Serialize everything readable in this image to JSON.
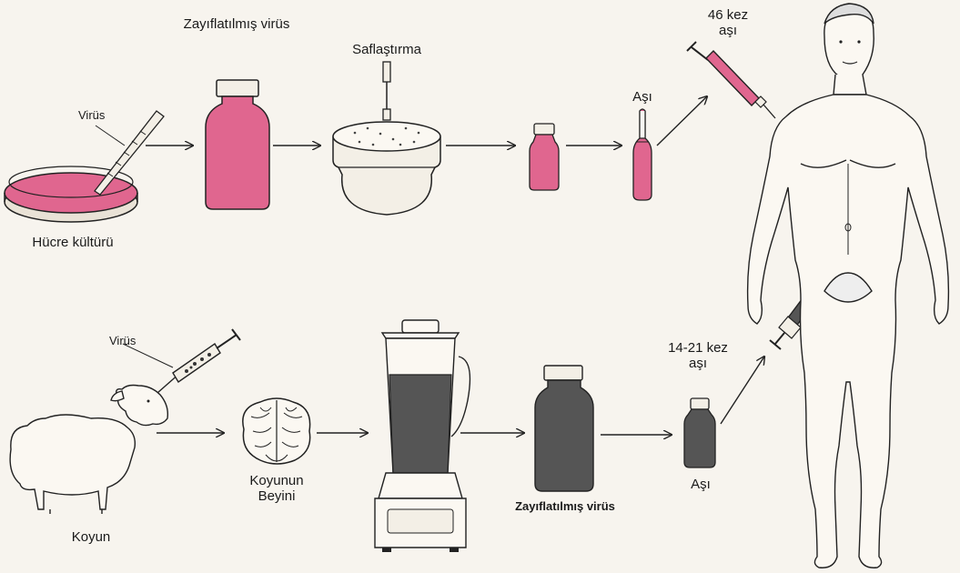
{
  "colors": {
    "vaccine_pink": "#e0668f",
    "brain_dark": "#555555",
    "line": "#222222",
    "background": "#f7f4ee"
  },
  "top_row": {
    "virus_label": "Virüs",
    "cell_culture_label": "Hücre kültürü",
    "attenuated_virus_label": "Zayıflatılmış virüs",
    "purification_label": "Saflaştırma",
    "vaccine_label": "Aşı",
    "doses_label": "46 kez aşı"
  },
  "bottom_row": {
    "virus_label": "Virüs",
    "sheep_label": "Koyun",
    "sheep_brain_label": "Koyunun Beyini",
    "attenuated_virus_label": "Zayıflatılmış virüs",
    "vaccine_label": "Aşı",
    "doses_label": "14-21 kez aşı"
  },
  "icons": [
    "petri-dish-icon",
    "pipette-icon",
    "vial-icon",
    "centrifuge-icon",
    "ampoule-icon",
    "syringe-icon",
    "sheep-icon",
    "brain-icon",
    "blender-icon",
    "human-figure-icon",
    "arrow-icon"
  ]
}
